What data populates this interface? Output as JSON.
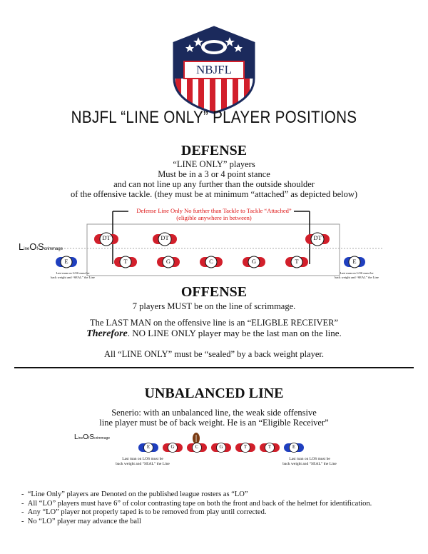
{
  "logo": {
    "text": "NBJFL"
  },
  "title": "NBJFL  “LINE ONLY” PLAYER POSITIONS",
  "defense": {
    "heading": "DEFENSE",
    "lines": [
      "“LINE ONLY” players",
      "Must be in a 3 or 4 point stance",
      "and can not line up any further than the outside shoulder",
      "of the offensive tackle. (they must be at minimum “attached” as depicted below)"
    ],
    "bracket_note_1": "Defense Line Only No further than Tackle to Tackle “Attached”",
    "bracket_note_2": "(eligible anywhere in between)"
  },
  "los_label": {
    "L": "L",
    "ine": "ine",
    "O": "O",
    "f": "f",
    "S": "S",
    "crimmage": "crimmage"
  },
  "formation": {
    "defense_players": [
      "DT",
      "DT",
      "DT"
    ],
    "offense_players": [
      "E",
      "T",
      "G",
      "C",
      "G",
      "T",
      "E"
    ],
    "end_note_1": "Last man on LOS must be",
    "end_note_2": "back weight and “SEAL” the Line"
  },
  "offense": {
    "heading": "OFFENSE",
    "line1": "7 players MUST be on the line of scrimmage.",
    "line2": "The LAST MAN on the offensive line is an “ELIGBLE RECEIVER”",
    "line3_emph": "Therefore",
    "line3_rest": ". NO LINE ONLY player may be the last man on the line.",
    "line4": "All “LINE ONLY” must be “sealed” by a back weight player."
  },
  "unbalanced": {
    "heading": "UNBALANCED LINE",
    "line1": "Senerio: with an unbalanced line, the weak side offensive",
    "line2": "line player must be of back weight. He is an “Eligible Receiver”",
    "players": [
      "E",
      "G",
      "C",
      "G",
      "T",
      "T",
      "E"
    ],
    "note_1": "Last man on LOS must be",
    "note_2": "back weight and “SEAL” the Line"
  },
  "rules": [
    "“Line Only” players are Denoted on the published league rosters as “LO”",
    "All “LO” players must have 6” of color contrasting tape on both the front and back of the helmet for identification.",
    "Any “LO” player not properly taped is to be removed from play until corrected.",
    "No “LO” player may advance the ball"
  ],
  "colors": {
    "red": "#d21f2b",
    "blue": "#1f3fbf",
    "navy": "#1b2a5c",
    "black": "#111111"
  }
}
